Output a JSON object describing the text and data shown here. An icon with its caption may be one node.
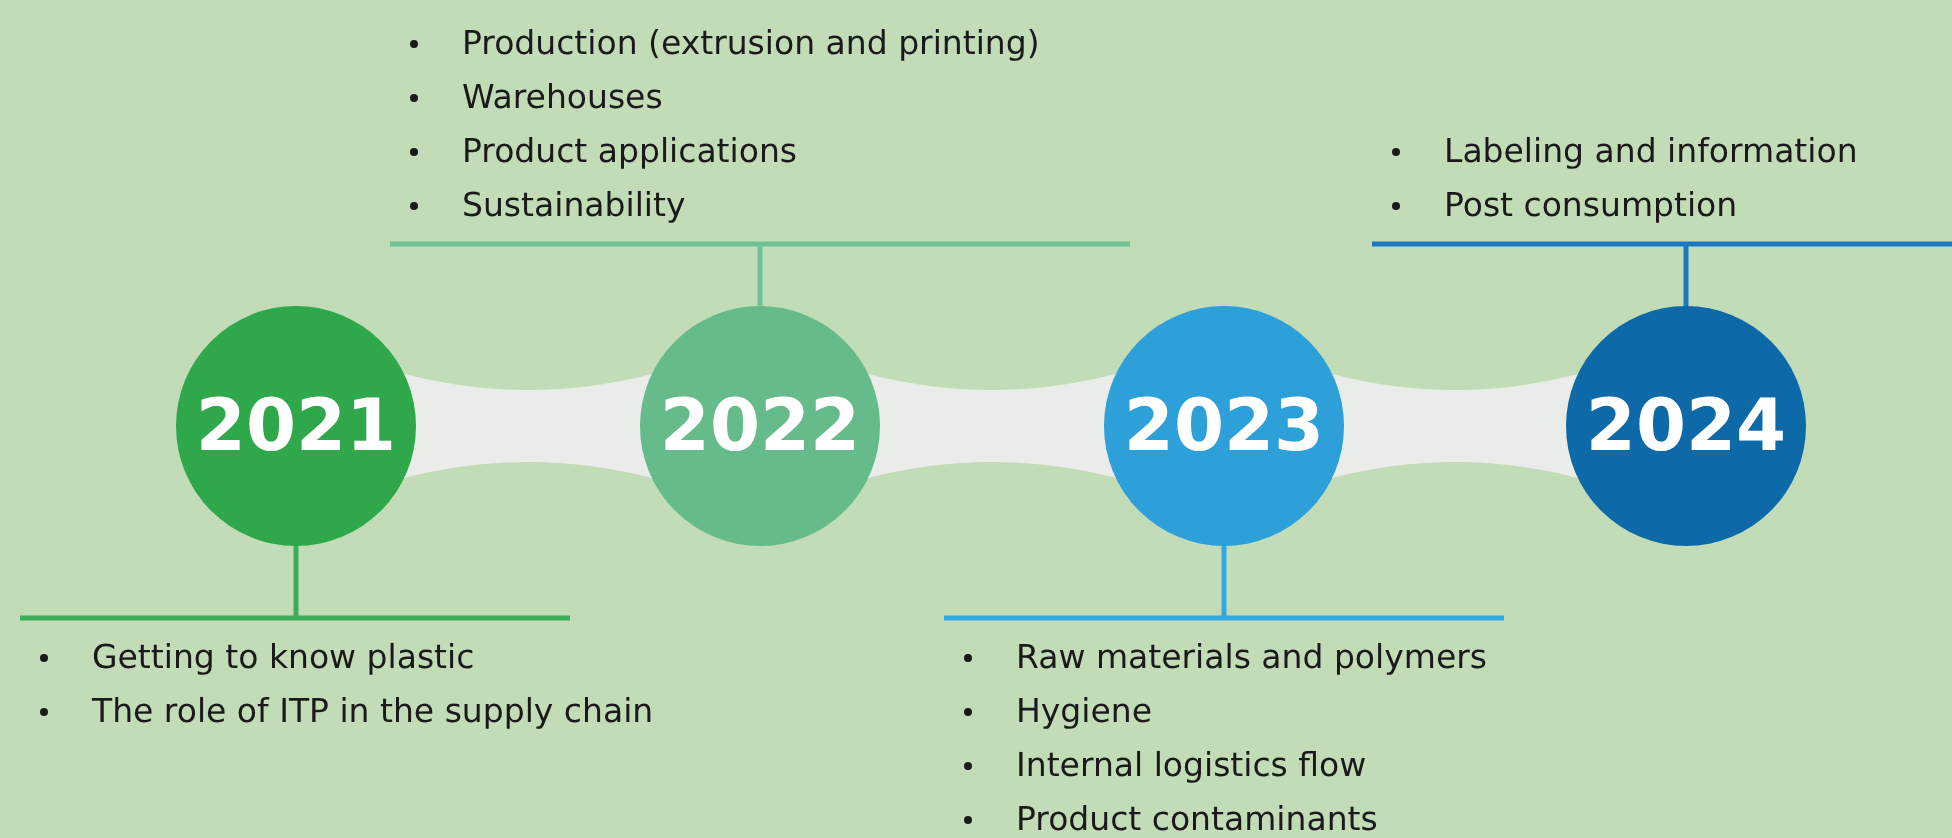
{
  "diagram": {
    "nodes": [
      {
        "text": [
          "Production (extrusion and printing)",
          "Warehouses",
          "Product applications",
          "Sustainability"
        ]
      },
      {
        "text": [
          "Labeling and information",
          "Post consumption"
        ]
      },
      {
        "text": [
          "2021"
        ]
      },
      {
        "text": [
          "2022"
        ]
      },
      {
        "text": [
          "2023"
        ]
      },
      {
        "text": [
          "2024"
        ]
      },
      {
        "text": [
          "Getting to know plastic",
          "The role of ITP in the supply chain"
        ]
      },
      {
        "text": [
          "Raw materials and polymers",
          "Hygiene",
          "Internal logistics flow",
          "Product contaminants"
        ]
      }
    ],
    "edges": [
      {
        "from": 2,
        "to": 3,
        "arrow": "none",
        "style": "thick",
        "color": "#e9ece8"
      },
      {
        "from": 3,
        "to": 4,
        "arrow": "none",
        "style": "thick",
        "color": "#e9ece8"
      },
      {
        "from": 4,
        "to": 5,
        "arrow": "none",
        "style": "thick",
        "color": "#e9ece8"
      },
      {
        "from": 0,
        "to": 3,
        "arrow": "none",
        "color": "#6cc495"
      },
      {
        "from": 1,
        "to": 5,
        "arrow": "none",
        "color": "#1d78c1"
      },
      {
        "from": 6,
        "to": 2,
        "arrow": "none",
        "color": "#3cae5a"
      },
      {
        "from": 7,
        "to": 4,
        "arrow": "none",
        "color": "#32a8e0"
      }
    ]
  }
}
